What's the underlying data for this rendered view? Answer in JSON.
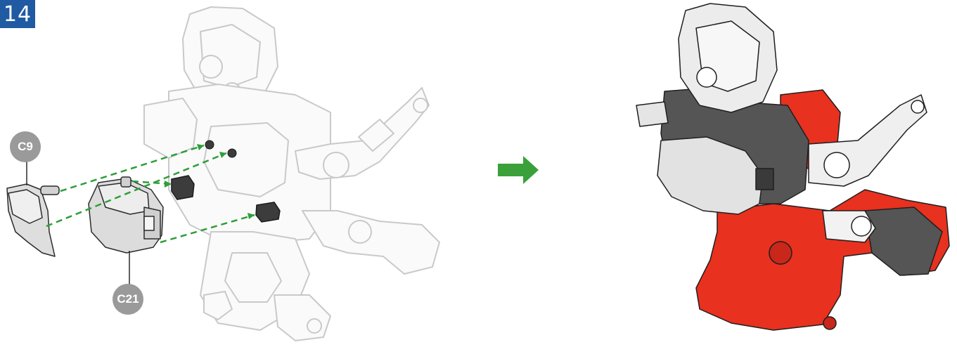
{
  "step": {
    "number": "14"
  },
  "parts": [
    {
      "label": "C9"
    },
    {
      "label": "C21"
    }
  ],
  "colors": {
    "step_badge": "#1f5aa3",
    "callout_circle": "#9a9a9a",
    "assembly_arrow": "#3aa13a",
    "guide_lines": "#2e9e3a",
    "red_parts": "#e8311f",
    "dark_parts": "#555555",
    "light_parts": "#e6e6e6"
  },
  "icons": [
    "step-number-badge",
    "direction-arrow-icon",
    "dashed-guide-lines"
  ]
}
